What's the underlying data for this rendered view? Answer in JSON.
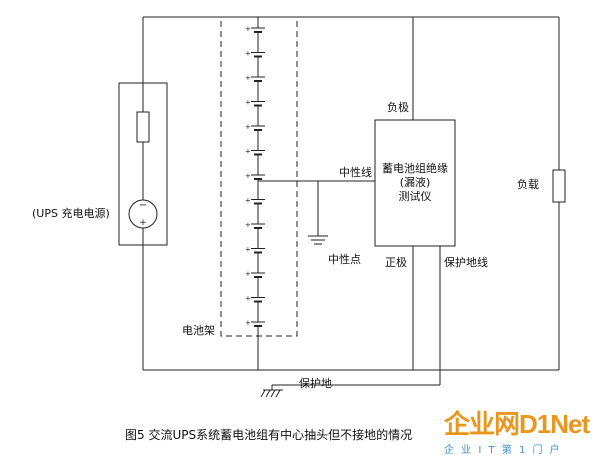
{
  "labels": {
    "ups_charger": "(UPS 充电电源)",
    "battery_rack": "电池架",
    "neutral_wire": "中性线",
    "neutral_point": "中性点",
    "tester_line1": "蓄电池组绝缘",
    "tester_line2": "(漏液)",
    "tester_line3": "测试仪",
    "negative_pole": "负极",
    "positive_pole": "正极",
    "protective_ground_wire": "保护地线",
    "load": "负载",
    "protective_ground": "保护地"
  },
  "caption": "图5   交流UPS系统蓄电池组有中心抽头但不接地的情况",
  "watermark": {
    "main": "企业网D1Net",
    "sub": "企 业 I T 第 1 门 户"
  }
}
